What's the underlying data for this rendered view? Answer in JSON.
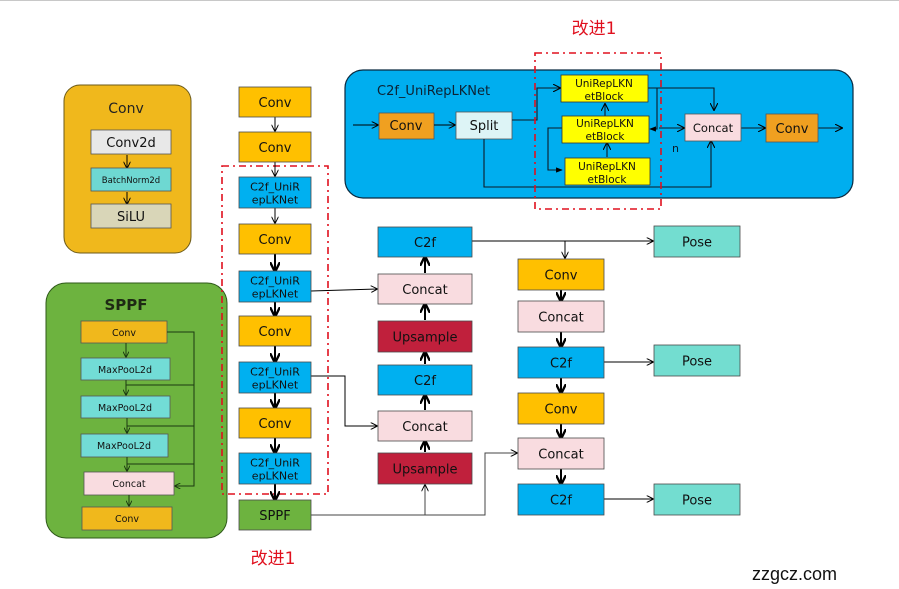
{
  "colors": {
    "conv": "#FFC000",
    "c2f": "#00B0F0",
    "concat": "#F9DCE0",
    "upsample": "#C0203C",
    "pose": "#73DDD0",
    "sppf": "#6DB33F",
    "conv_panel": "#F0B81C",
    "sppf_panel": "#6DB33F",
    "c2f_panel": "#00AEEF",
    "block_yellow": "#FFFF00",
    "maxpool": "#72DCD6",
    "split": "#DDF4F6",
    "conv2d": "#E8E8E8",
    "batchnorm": "#6ED8D2",
    "silu": "#D9D6B8",
    "highlight_red": "#E0101E"
  },
  "annotations": {
    "improvement_top": "改进1",
    "improvement_bottom": "改进1",
    "watermark": "zzgcz.com",
    "repeat_n": "n"
  },
  "conv_panel": {
    "title": "Conv",
    "steps": [
      "Conv2d",
      "BatchNorm2d",
      "SiLU"
    ]
  },
  "sppf_panel": {
    "title": "SPPF",
    "steps": [
      "Conv",
      "MaxPooL2d",
      "MaxPooL2d",
      "MaxPooL2d",
      "Concat",
      "Conv"
    ]
  },
  "c2f_panel": {
    "title": "C2f_UniRepLKNet",
    "conv_in": "Conv",
    "split": "Split",
    "blocks": [
      [
        "UniRepLKN",
        "etBlock"
      ],
      [
        "UniRepLKN",
        "etBlock"
      ],
      [
        "UniRepLKN",
        "etBlock"
      ]
    ],
    "concat": "Concat",
    "conv_out": "Conv"
  },
  "backbone": [
    {
      "label": [
        "Conv"
      ],
      "type": "conv"
    },
    {
      "label": [
        "Conv"
      ],
      "type": "conv"
    },
    {
      "label": [
        "C2f_UniR",
        "epLKNet"
      ],
      "type": "c2f"
    },
    {
      "label": [
        "Conv"
      ],
      "type": "conv"
    },
    {
      "label": [
        "C2f_UniR",
        "epLKNet"
      ],
      "type": "c2f"
    },
    {
      "label": [
        "Conv"
      ],
      "type": "conv"
    },
    {
      "label": [
        "C2f_UniR",
        "epLKNet"
      ],
      "type": "c2f"
    },
    {
      "label": [
        "Conv"
      ],
      "type": "conv"
    },
    {
      "label": [
        "C2f_UniR",
        "epLKNet"
      ],
      "type": "c2f"
    },
    {
      "label": [
        "SPPF"
      ],
      "type": "sppf"
    }
  ],
  "neck_up": [
    {
      "label": "C2f",
      "type": "c2f"
    },
    {
      "label": "Concat",
      "type": "concat"
    },
    {
      "label": "Upsample",
      "type": "upsample"
    },
    {
      "label": "C2f",
      "type": "c2f"
    },
    {
      "label": "Concat",
      "type": "concat"
    },
    {
      "label": "Upsample",
      "type": "upsample"
    }
  ],
  "neck_down": [
    {
      "label": "Conv",
      "type": "conv"
    },
    {
      "label": "Concat",
      "type": "concat"
    },
    {
      "label": "C2f",
      "type": "c2f"
    },
    {
      "label": "Conv",
      "type": "conv"
    },
    {
      "label": "Concat",
      "type": "concat"
    },
    {
      "label": "C2f",
      "type": "c2f"
    }
  ],
  "heads": [
    "Pose",
    "Pose",
    "Pose"
  ]
}
